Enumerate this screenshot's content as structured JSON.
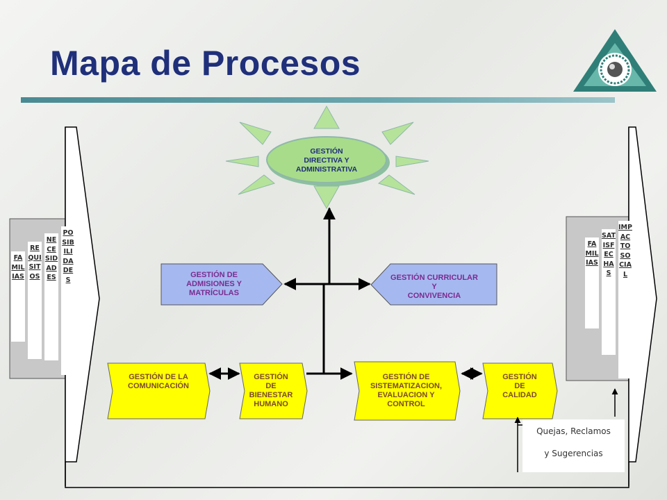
{
  "title": "Mapa de Procesos",
  "nodes": {
    "directiva": "GESTIÓN\nDIRECTIVA Y\nADMINISTRATIVA",
    "admisiones": "GESTIÓN DE\nADMISIONES Y\nMATRÍCULAS",
    "curricular": "GESTIÓN  CURRICULAR\nY\nCONVIVENCIA",
    "comunicacion": "GESTIÓN DE LA\nCOMUNICACIÓN",
    "bienestar": "GESTIÓN\nDE\nBIENESTAR\nHUMANO",
    "sistematizacion": "GESTIÓN DE\nSISTEMATIZACION,\nEVALUACION Y\nCONTROL",
    "calidad": "GESTIÓN\nDE\nCALIDAD"
  },
  "inputs": {
    "familias": "FAMILIAS",
    "requisitos": "REQUISITOS",
    "necesidades": "NECESIDADES",
    "posibilidades": "POSIBILIDADES"
  },
  "outputs": {
    "familias": "FAMILIAS",
    "satisfechas": "SATISFECHAS",
    "impacto": "IMPACTO SOCIAL"
  },
  "feedback": {
    "line1": "Quejas, Reclamos",
    "line2": "y Sugerencias"
  },
  "colors": {
    "title": "#1f2f7a",
    "directiva_fill": "#a8dc8a",
    "admisiones_fill": "#a6b8f0",
    "curricular_fill": "#a6b8f0",
    "bottom_fill": "#ffff00",
    "node_text_blue": "#1f2f7a",
    "node_text_purple": "#7a2b8f",
    "node_text_brown": "#7a4a2a"
  }
}
